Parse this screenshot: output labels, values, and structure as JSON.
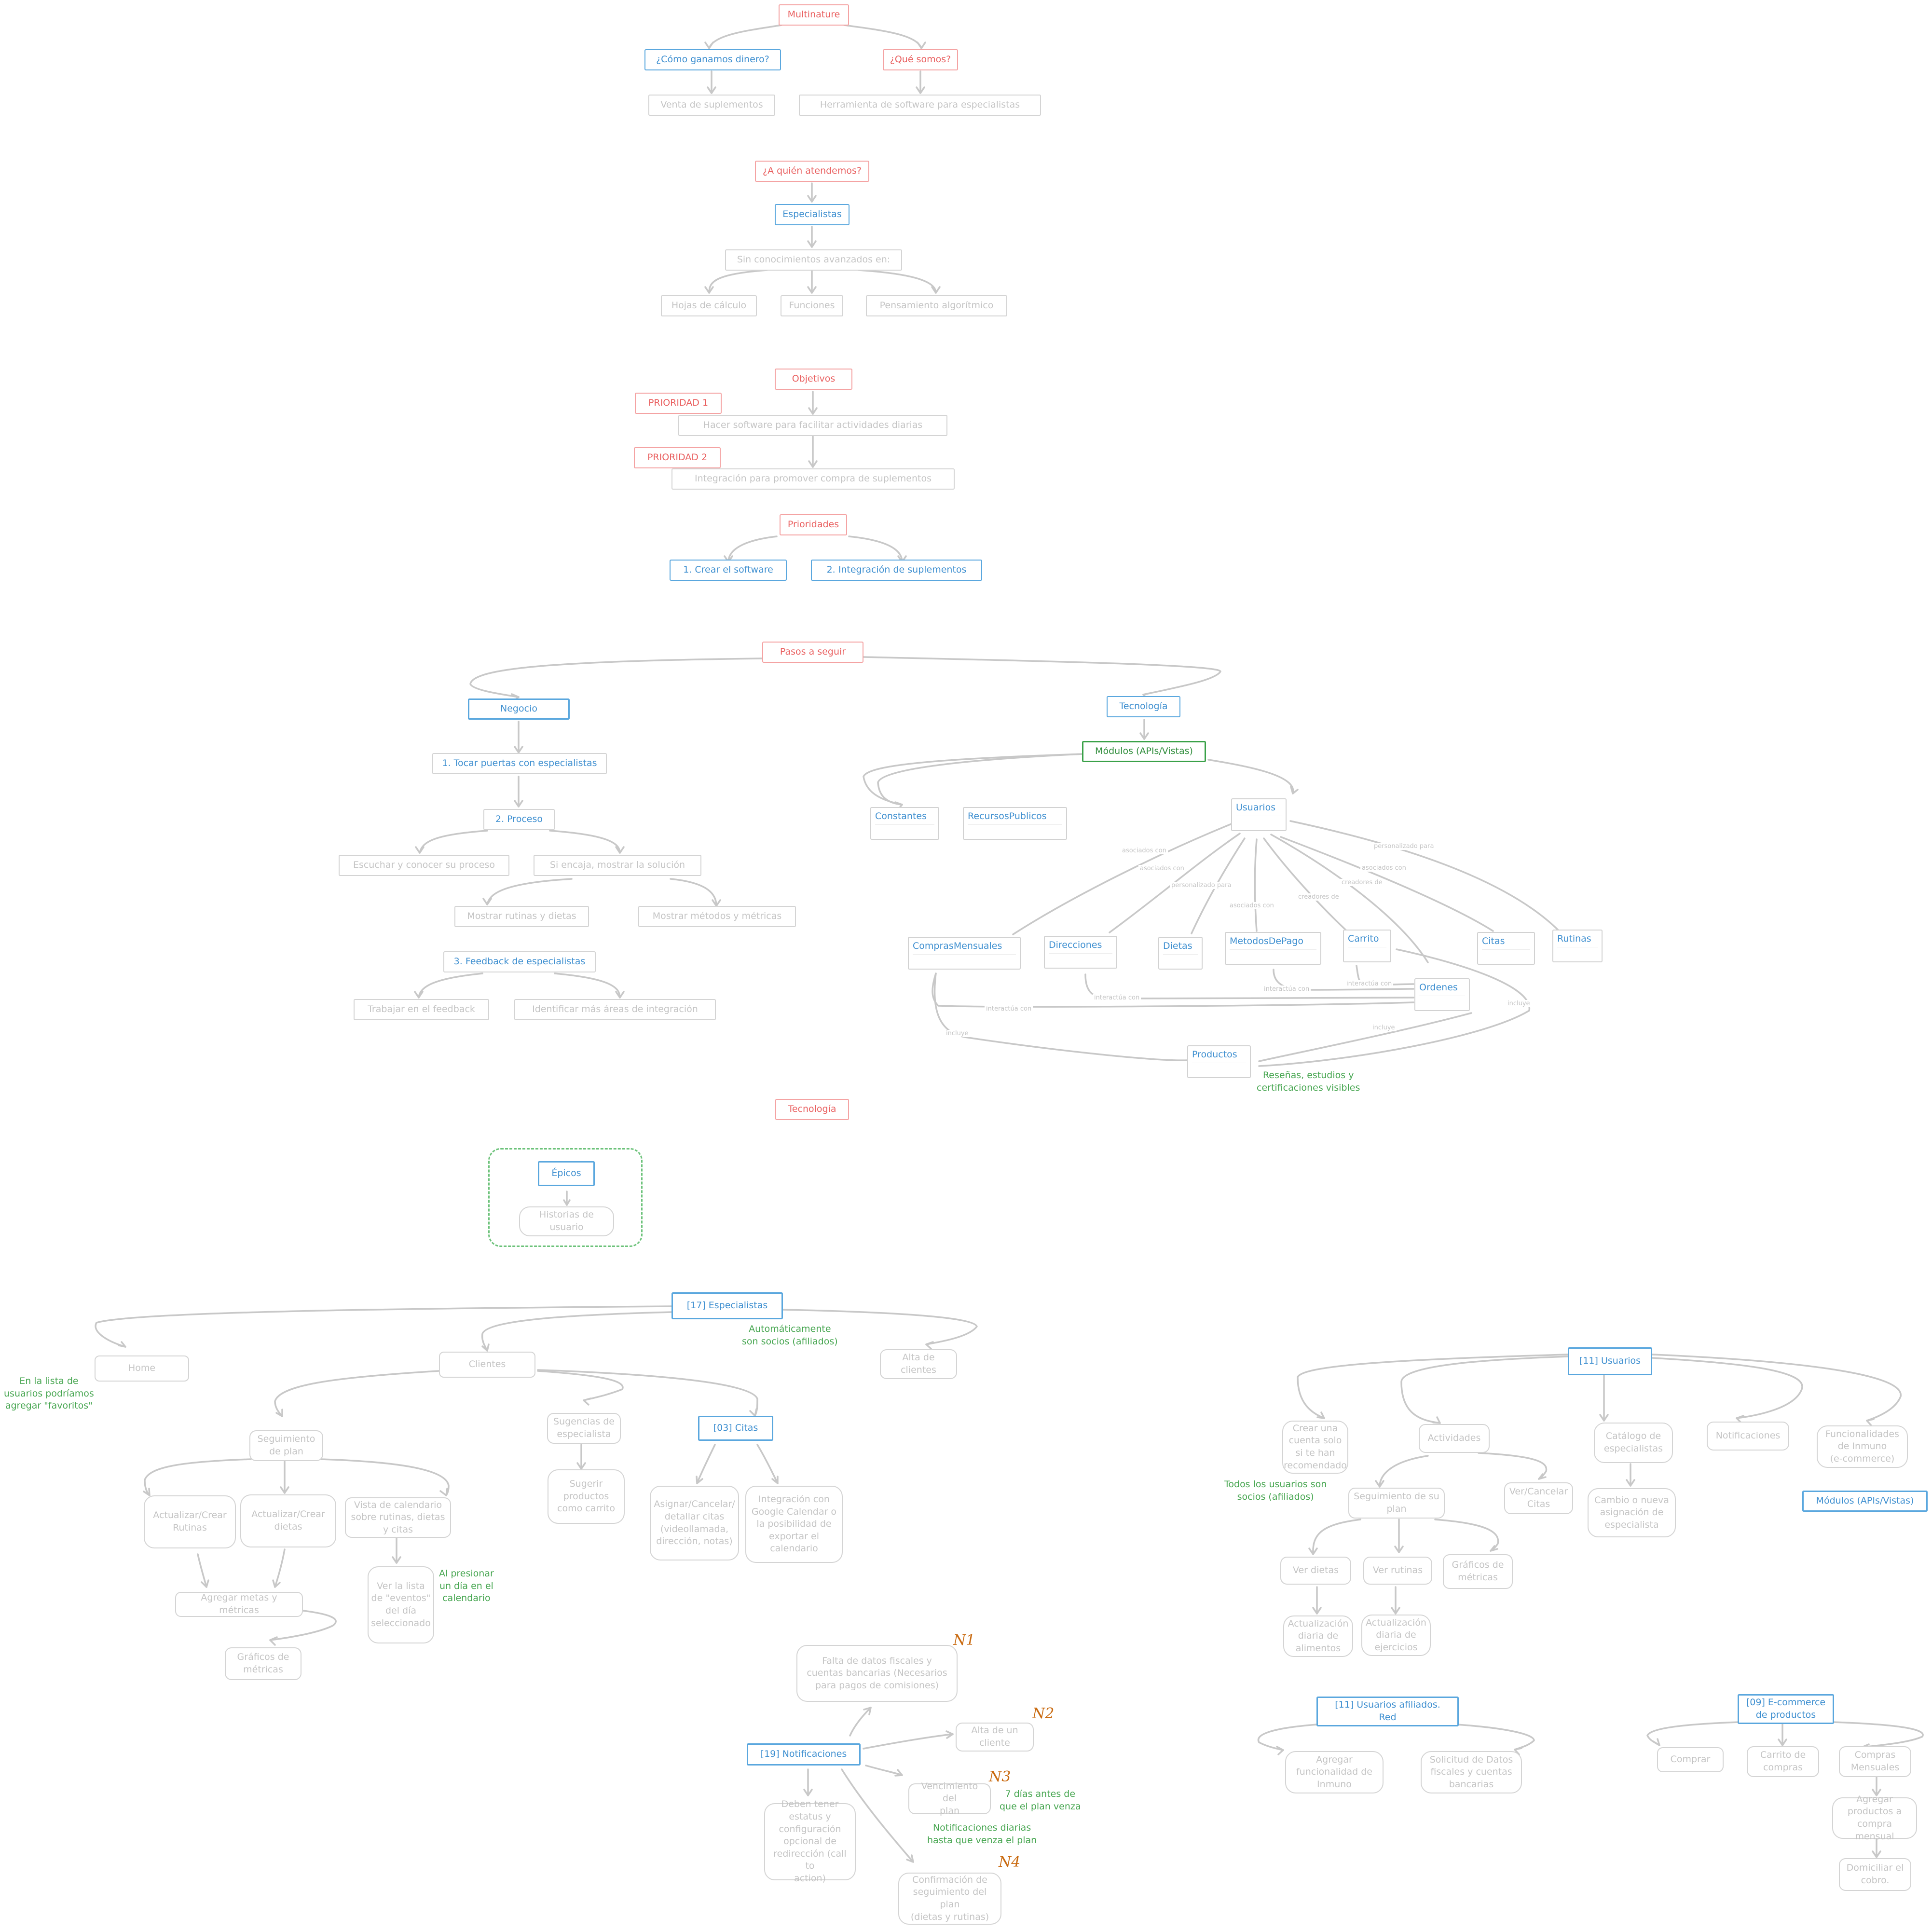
{
  "colors": {
    "red": "#e95f5f",
    "blue": "#3e8fd0",
    "green": "#2e8c3a",
    "note_green": "#45a54f",
    "grey": "#c4c4c4",
    "tag_orange": "#c96a10"
  },
  "s1": {
    "root": "Multinature",
    "q1": "¿Cómo ganamos dinero?",
    "q2": "¿Qué somos?",
    "a1": "Venta de suplementos",
    "a2": "Herramienta de software para especialistas"
  },
  "s2": {
    "q": "¿A quién atendemos?",
    "esp": "Especialistas",
    "sin": "Sin conocimientos avanzados en:",
    "c1": "Hojas de cálculo",
    "c2": "Funciones",
    "c3": "Pensamiento algorítmico"
  },
  "s3": {
    "obj": "Objetivos",
    "p1": "PRIORIDAD 1",
    "p1t": "Hacer software para facilitar actividades diarias",
    "p2": "PRIORIDAD 2",
    "p2t": "Integración para promover compra de suplementos",
    "pri": "Prioridades",
    "pr1": "1. Crear el software",
    "pr2": "2. Integración de suplementos"
  },
  "s4": {
    "pasos": "Pasos a seguir",
    "neg": "Negocio",
    "tocar": "1. Tocar puertas con especialistas",
    "proc": "2. Proceso",
    "escuchar": "Escuchar y conocer su proceso",
    "encaja": "Si encaja, mostrar la solución",
    "rutinas": "Mostrar rutinas y dietas",
    "metodos": "Mostrar métodos y métricas",
    "feedback": "3. Feedback de especialistas",
    "trabajar": "Trabajar en el feedback",
    "identificar": "Identificar más áreas de integración",
    "tec": "Tecnología",
    "modulos": "Módulos (APIs/Vistas)",
    "constantes": "Constantes",
    "recursos": "RecursosPublicos",
    "usuarios": "Usuarios",
    "compras": "ComprasMensuales",
    "direcciones": "Direcciones",
    "dietas": "Dietas",
    "metodospago": "MetodosDePago",
    "carrito": "Carrito",
    "citas": "Citas",
    "rutinasE": "Rutinas",
    "ordenes": "Ordenes",
    "productos": "Productos",
    "resenas": "Reseñas, estudios y\ncertificaciones visibles",
    "l_asociado": "asociados con",
    "l_personalizado": "personalizado para",
    "l_creadores": "creadores de",
    "l_interactua": "interactúa con",
    "l_incluye": "incluye"
  },
  "s5": {
    "tec": "Tecnología",
    "epicos": "Épicos",
    "historias": "Historias de\nusuario"
  },
  "s6": {
    "esp": "[17] Especialistas",
    "auto": "Automáticamente\nson socios (afiliados)",
    "home": "Home",
    "clientes": "Clientes",
    "alta": "Alta de\nclientes",
    "favoritos": "En la lista de\nusuarios podríamos\nagregar \"favoritos\"",
    "seguimiento": "Seguimiento\nde plan",
    "sugerencias": "Sugencias de\nespecialista",
    "citas": "[03] Citas",
    "actRut": "Actualizar/Crear\nRutinas",
    "actDiet": "Actualizar/Crear\ndietas",
    "vista": "Vista de calendario\nsobre rutinas, dietas\ny citas",
    "sugerir": "Sugerir\nproductos\ncomo carrito",
    "asignar": "Asignar/Cancelar/\ndetallar citas\n(videollamada,\ndirección, notas)",
    "google": "Integración con\nGoogle Calendar o\nla posibilidad de\nexportar el\ncalendario",
    "agregar": "Agregar metas y métricas",
    "verlista": "Ver la lista\nde \"eventos\"\ndel día\nseleccionado",
    "presionar": "Al presionar\nun día en el\ncalendario",
    "graficos": "Gráficos de\nmétricas"
  },
  "s7": {
    "usuarios": "[11] Usuarios",
    "crear": "Crear una\ncuenta solo\nsi te han\nrecomendado",
    "actividades": "Actividades",
    "catalogo": "Catálogo de\nespecialistas",
    "notif": "Notificaciones",
    "funcion": "Funcionalidades\nde Inmuno\n(e-commerce)",
    "modulos": "Módulos (APIs/Vistas)",
    "todos": "Todos los usuarios son\nsocios (afiliados)",
    "seguimiento": "Seguimiento de su\nplan",
    "vercancel": "Ver/Cancelar\nCitas",
    "cambio": "Cambio o nueva\nasignación de\nespecialista",
    "verdietas": "Ver dietas",
    "verrutinas": "Ver rutinas",
    "graficos": "Gráficos de\nmétricas",
    "actAlim": "Actualización\ndiaria de\nalimentos",
    "actEj": "Actualización\ndiaria de\nejercicios"
  },
  "s8": {
    "notif": "[19] Notificaciones",
    "falta": "Falta de datos fiscales y\ncuentas bancarias (Necesarios\npara pagos de comisiones)",
    "alta": "Alta de un\ncliente",
    "vence": "Vencimiento del\nplan",
    "dias7": "7 días antes de\nque el plan venza",
    "diarias": "Notificaciones diarias\nhasta que venza el plan",
    "deben": "Deben tener\nestatus y\nconfiguración\nopcional de\nredirección (call to\naction)",
    "confirm": "Confirmación de\nseguimiento del plan\n(dietas y rutinas)",
    "n1": "N1",
    "n2": "N2",
    "n3": "N3",
    "n4": "N4"
  },
  "s9": {
    "afiliados": "[11] Usuarios afiliados.\nRed",
    "agregar": "Agregar\nfuncionalidad de\nInmuno",
    "solicitud": "Solicitud de Datos\nfiscales y cuentas\nbancarias"
  },
  "s10": {
    "ecom": "[09] E-commerce\nde productos",
    "comprar": "Comprar",
    "carrito": "Carrito de\ncompras",
    "mensuales": "Compras\nMensuales",
    "agregar": "Agregar\nproductos a\ncompra mensual",
    "domiciliar": "Domiciliar el\ncobro."
  }
}
